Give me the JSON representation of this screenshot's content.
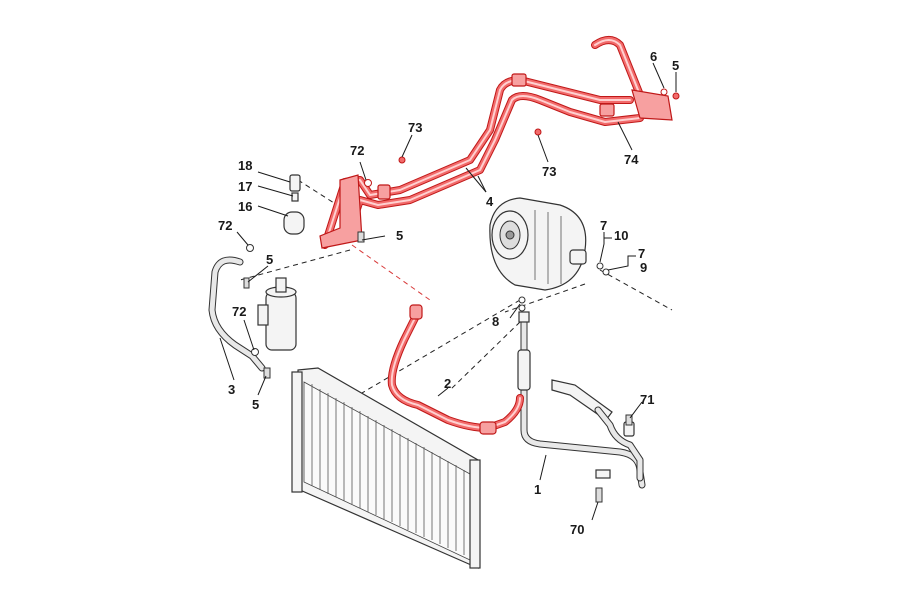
{
  "callouts": {
    "c1": "1",
    "c2": "2",
    "c3": "3",
    "c4": "4",
    "c5a": "5",
    "c5b": "5",
    "c5c": "5",
    "c5d": "5",
    "c6": "6",
    "c7a": "7",
    "c7b": "7",
    "c8": "8",
    "c9": "9",
    "c10": "10",
    "c16": "16",
    "c17": "17",
    "c18": "18",
    "c70": "70",
    "c71": "71",
    "c72a": "72",
    "c72b": "72",
    "c72c": "72",
    "c73a": "73",
    "c73b": "73",
    "c74": "74"
  },
  "colors": {
    "highlight_pipe": "#f26b6b",
    "highlight_edge": "#c01818",
    "line": "#1a1a1a",
    "background": "#ffffff"
  }
}
